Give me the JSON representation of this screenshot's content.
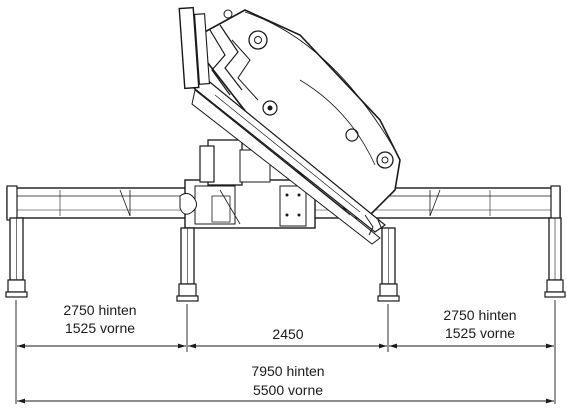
{
  "dimensions": {
    "left_span": {
      "line1": "2750 hinten",
      "line2": "1525 vorne"
    },
    "center_span": {
      "label": "2450"
    },
    "right_span": {
      "line1": "2750 hinten",
      "line2": "1525 vorne"
    },
    "total_span": {
      "line1": "7950 hinten",
      "line2": "5500 vorne"
    }
  }
}
